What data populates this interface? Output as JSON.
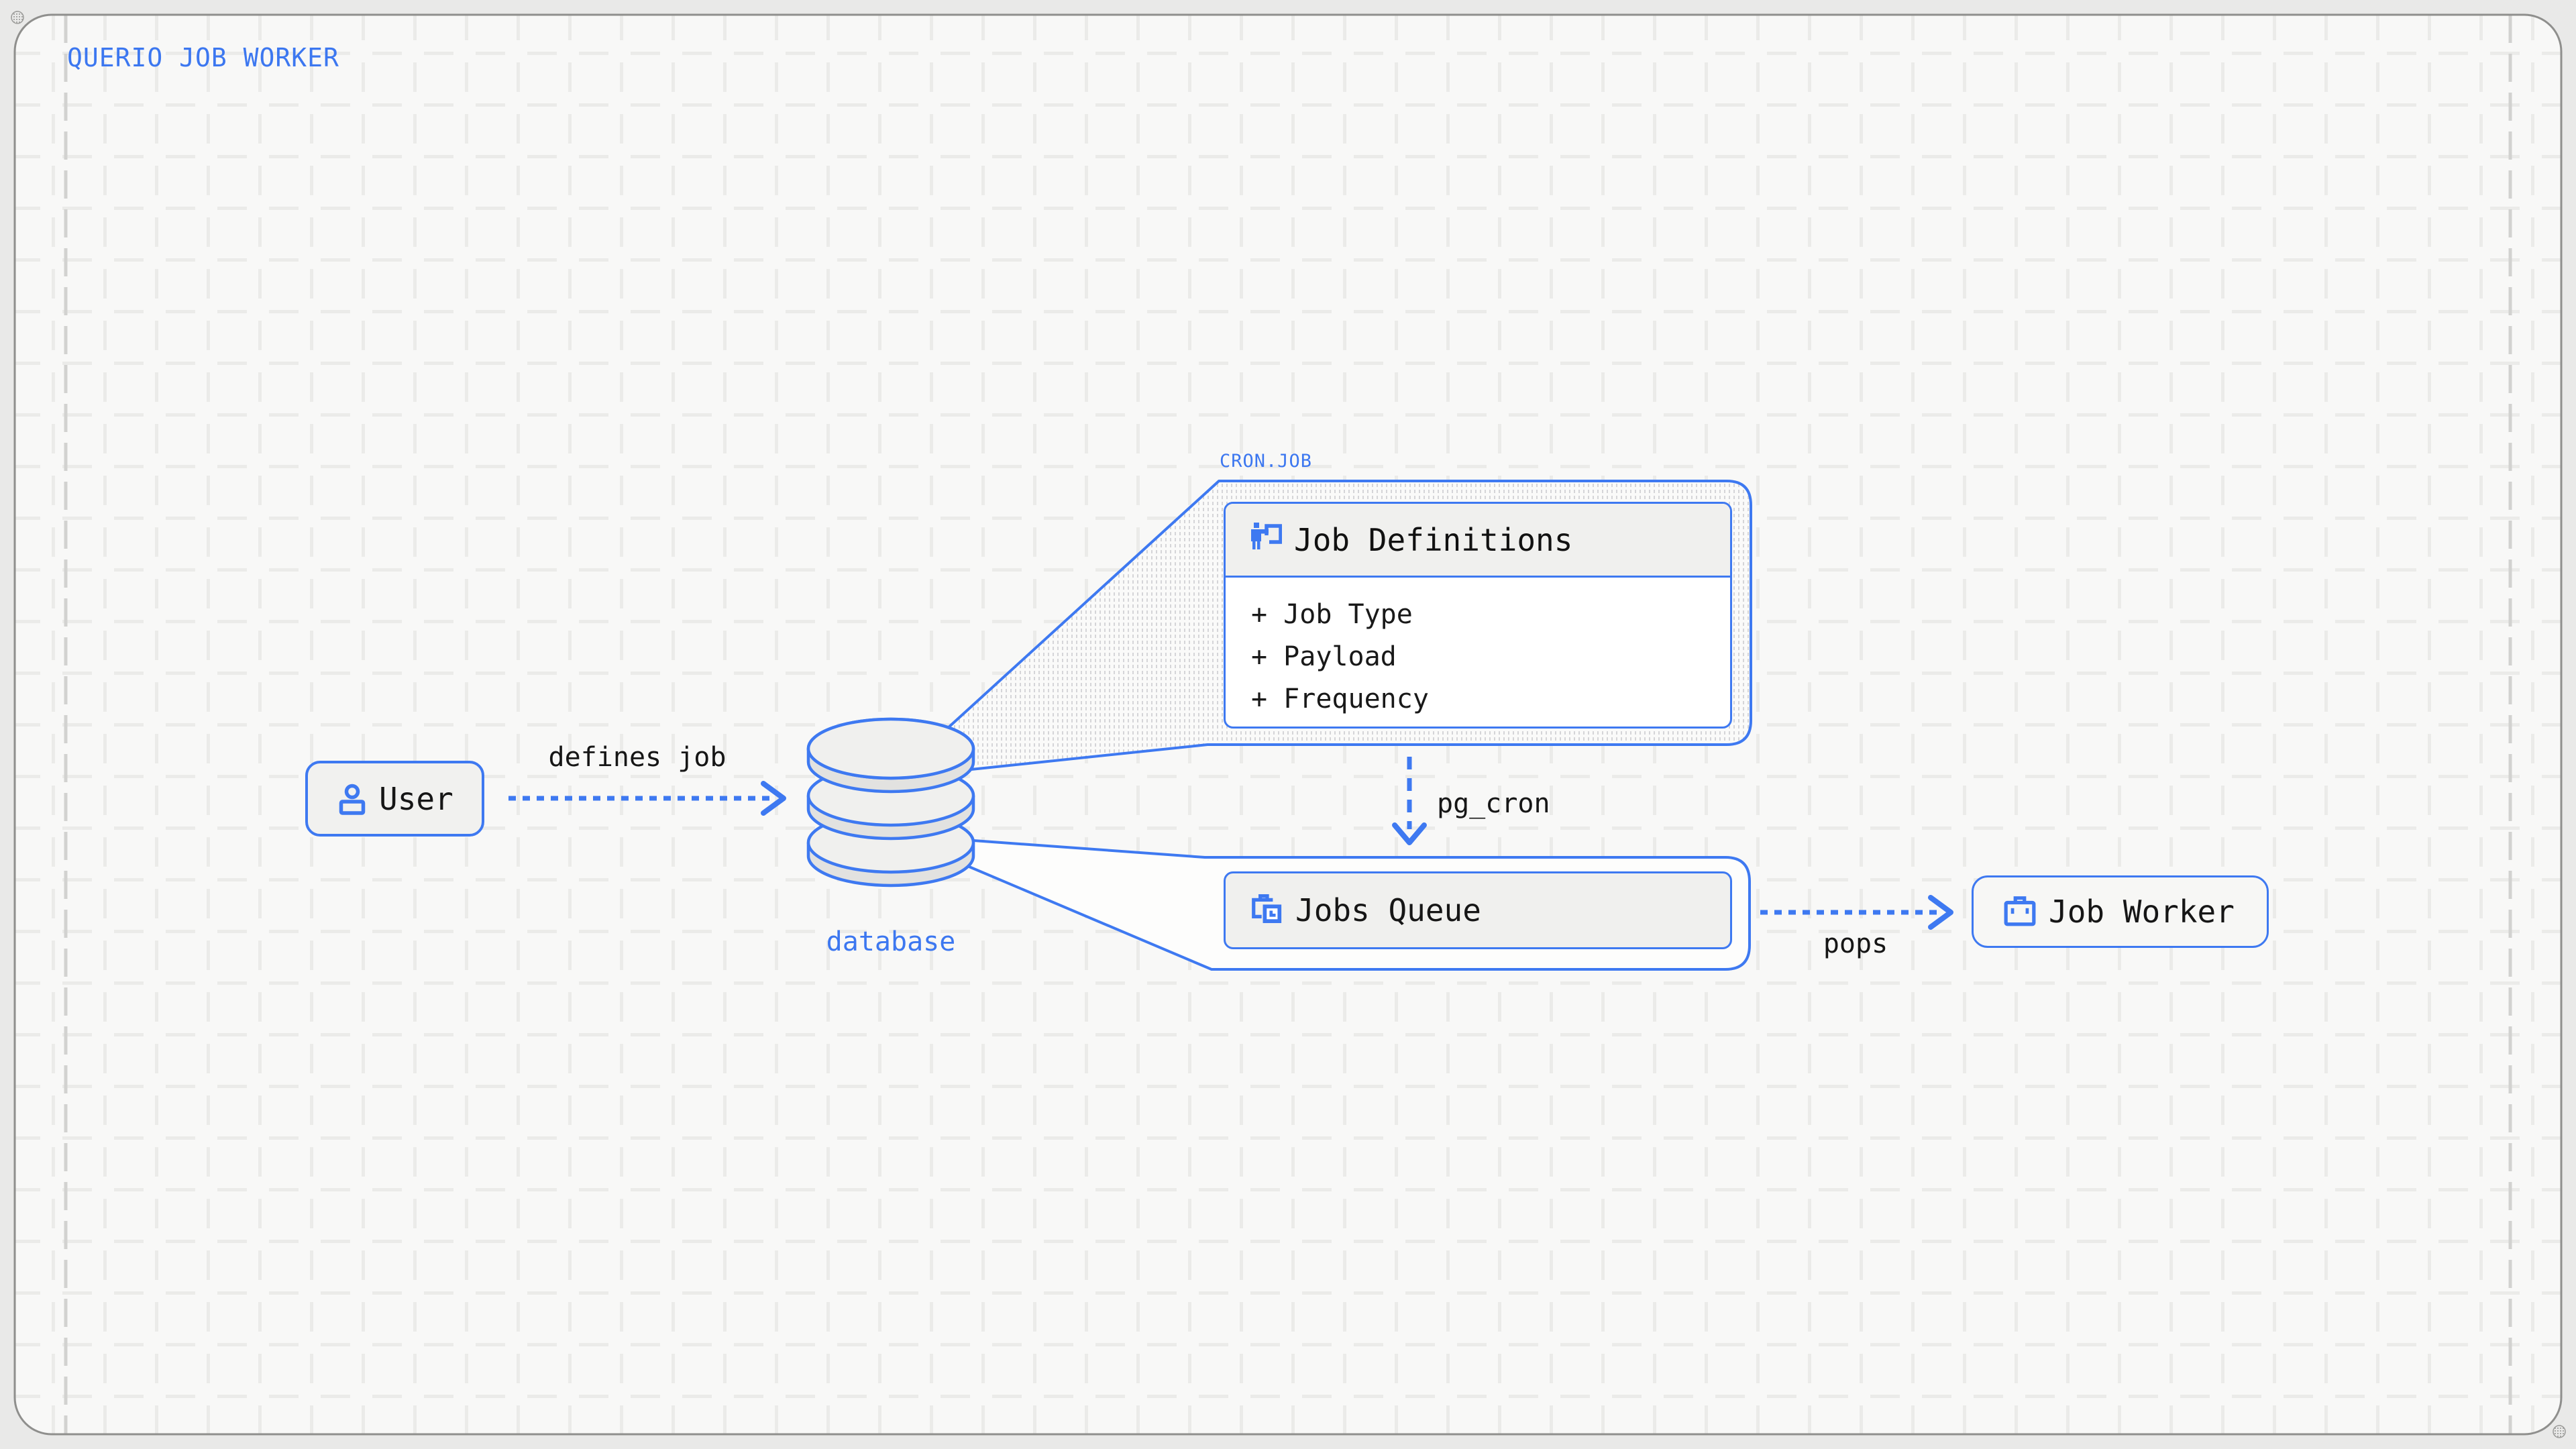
{
  "title": "QUERIO JOB WORKER",
  "colors": {
    "accent_blue": "#3e79f1",
    "ink": "#161616",
    "canvas": "#f8f8f7",
    "margin": "#e9e9e8",
    "node_fill": "#f0f0ee"
  },
  "groups": {
    "cron_job": {
      "label": "CRON.JOB"
    }
  },
  "nodes": {
    "user": {
      "label": "User",
      "icon": "user-icon"
    },
    "database": {
      "label": "database",
      "icon": "database-cylinder"
    },
    "job_definitions": {
      "label": "Job Definitions",
      "icon": "presenter-flag-icon",
      "fields": [
        "+ Job Type",
        "+ Payload",
        "+ Frequency"
      ]
    },
    "jobs_queue": {
      "label": "Jobs Queue",
      "icon": "briefcase-clock-icon"
    },
    "job_worker": {
      "label": "Job Worker",
      "icon": "briefcase-icon"
    }
  },
  "edges": {
    "defines_job": {
      "label": "defines job",
      "from": "user",
      "to": "database"
    },
    "pg_cron": {
      "label": "pg_cron",
      "from": "job_definitions",
      "to": "jobs_queue"
    },
    "pops": {
      "label": "pops",
      "from": "jobs_queue",
      "to": "job_worker"
    }
  }
}
